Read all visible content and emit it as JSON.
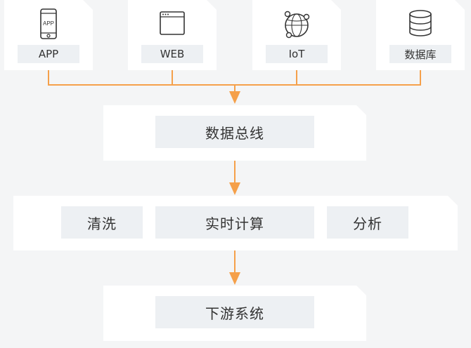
{
  "sources": [
    {
      "label": "APP",
      "icon": "phone-app-icon",
      "icon_text": "APP"
    },
    {
      "label": "WEB",
      "icon": "browser-window-icon"
    },
    {
      "label": "IoT",
      "icon": "iot-network-icon"
    },
    {
      "label": "数据库",
      "icon": "database-icon"
    }
  ],
  "bus": {
    "label": "数据总线"
  },
  "compute": {
    "left_label": "清洗",
    "center_label": "实时计算",
    "right_label": "分析"
  },
  "downstream": {
    "label": "下游系统"
  },
  "colors": {
    "connector": "#f5a04a",
    "card": "#ffffff",
    "label_bg": "#edf0f3",
    "background": "#f4f5f6"
  }
}
